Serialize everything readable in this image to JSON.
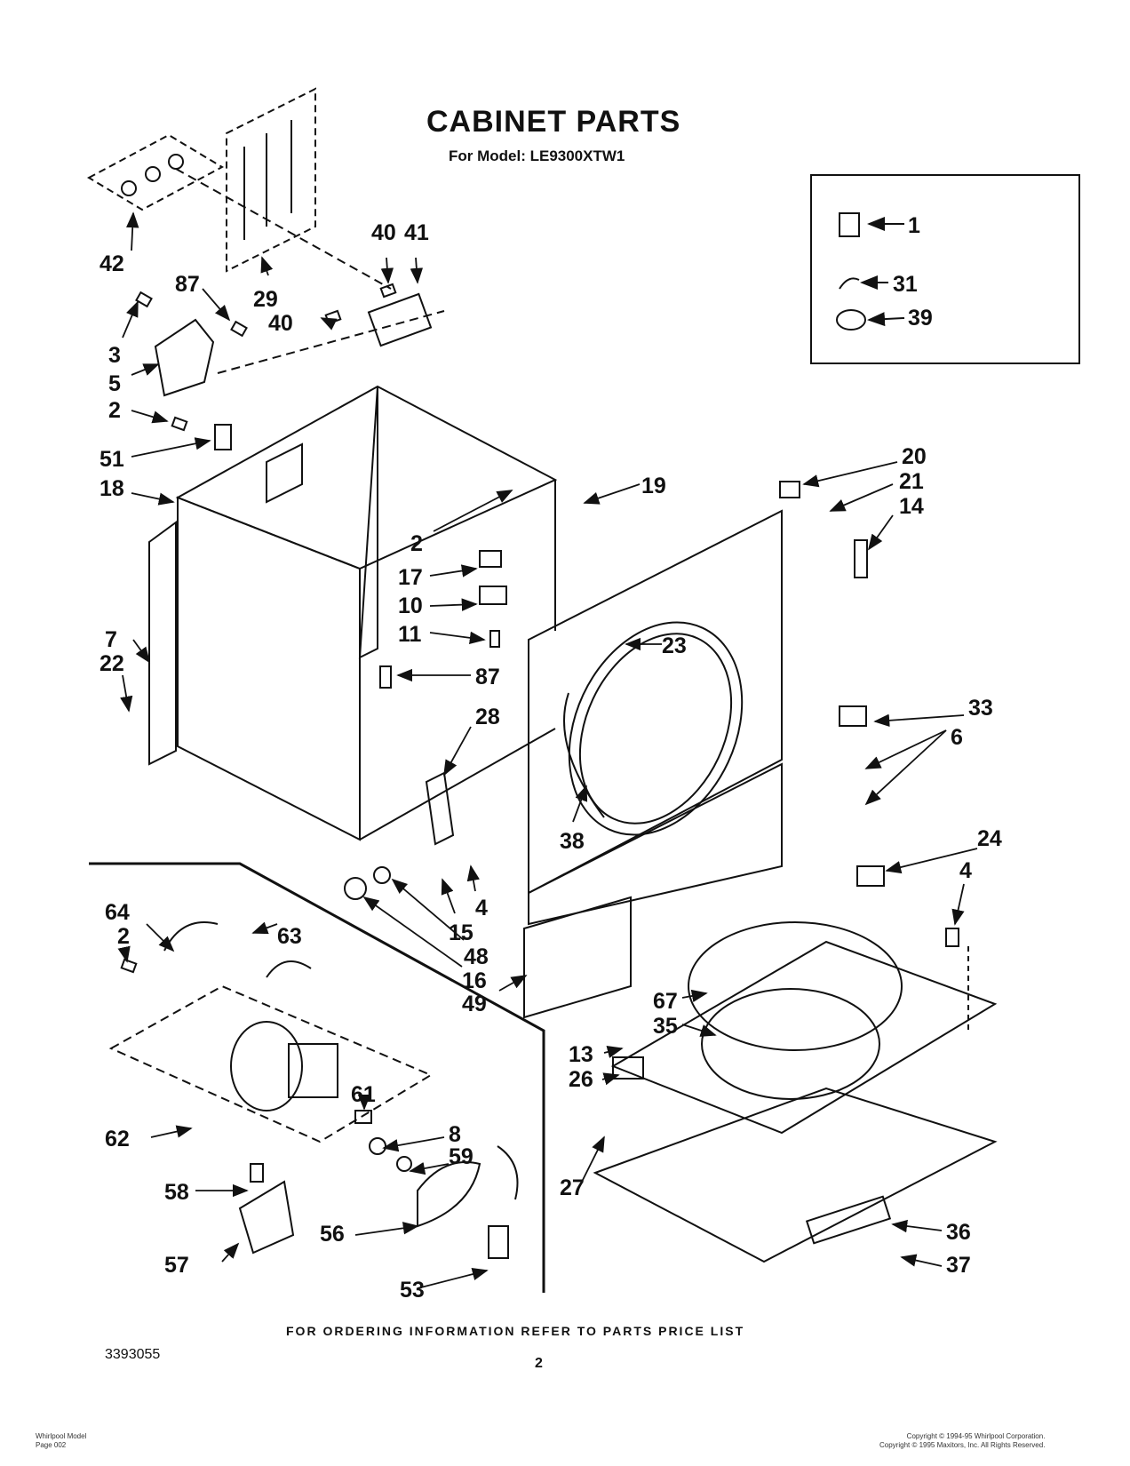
{
  "header": {
    "title": "CABINET PARTS",
    "subtitle": "For Model: LE9300XTW1"
  },
  "footer": {
    "ordering_note": "FOR ORDERING INFORMATION REFER TO PARTS PRICE LIST",
    "document_number": "3393055",
    "page_number": "2",
    "bottom_left": [
      "Whirlpool Model",
      "Page 002"
    ],
    "bottom_right": [
      "Copyright © 1994-95 Whirlpool Corporation.",
      "Copyright © 1995 Maxitors, Inc. All Rights Reserved."
    ]
  },
  "part_labels": {
    "p1": "1",
    "p31": "31",
    "p39": "39",
    "p42": "42",
    "p29": "29",
    "p40a": "40",
    "p41": "41",
    "p87a": "87",
    "p40b": "40",
    "p3": "3",
    "p5": "5",
    "p2a": "2",
    "p51": "51",
    "p18": "18",
    "p7": "7",
    "p22": "22",
    "p2b": "2",
    "p19": "19",
    "p17": "17",
    "p10": "10",
    "p11": "11",
    "p87b": "87",
    "p28": "28",
    "p23": "23",
    "p20": "20",
    "p21": "21",
    "p14": "14",
    "p33": "33",
    "p6": "6",
    "p38": "38",
    "p24": "24",
    "p4a": "4",
    "p4b": "4",
    "p15": "15",
    "p48": "48",
    "p16": "16",
    "p49": "49",
    "p64": "64",
    "p2c": "2",
    "p63": "63",
    "p67": "67",
    "p35": "35",
    "p13": "13",
    "p26": "26",
    "p62": "62",
    "p61": "61",
    "p8": "8",
    "p59": "59",
    "p27": "27",
    "p58": "58",
    "p56": "56",
    "p36": "36",
    "p57": "57",
    "p37": "37",
    "p53": "53"
  }
}
